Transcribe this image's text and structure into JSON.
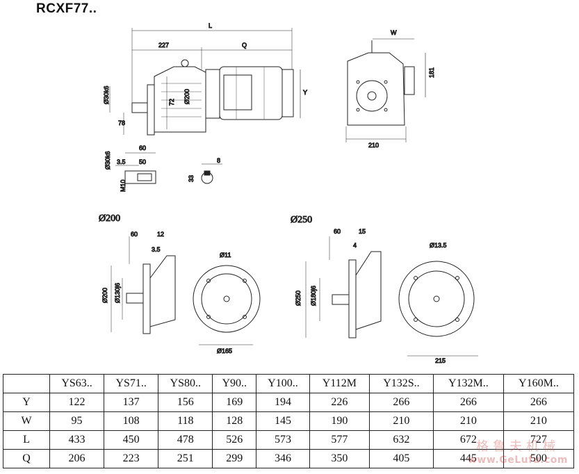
{
  "title": "RCXF77..",
  "dims": {
    "L": "L",
    "227": "227",
    "Q": "Q",
    "W": "W",
    "181": "181",
    "Y": "Y",
    "d30": "Ø30k6",
    "d72": "72",
    "d200": "Ø200",
    "d78": "78",
    "w210": "210",
    "s60": "60",
    "s35": "3.5",
    "s50": "50",
    "sM10": "M10",
    "sd30": "Ø30k6",
    "k8": "8",
    "k33": "33",
    "a60": "60",
    "a12": "12",
    "a35": "3.5",
    "a200": "Ø200",
    "a130": "Ø130j6",
    "a11": "Ø11",
    "a165": "Ø165",
    "b60": "60",
    "b15": "15",
    "b4": "4",
    "b250": "Ø250",
    "b180": "Ø180j6",
    "b135": "Ø13.5",
    "b215": "215"
  },
  "flange_labels": {
    "f200": "Ø200",
    "f250": "Ø250"
  },
  "table": {
    "headers": [
      "YS63..",
      "YS71..",
      "YS80..",
      "Y90..",
      "Y100..",
      "Y112M",
      "Y132S..",
      "Y132M..",
      "Y160M.."
    ],
    "rows": [
      {
        "label": "Y",
        "values": [
          "122",
          "137",
          "156",
          "169",
          "194",
          "226",
          "266",
          "266",
          "266"
        ]
      },
      {
        "label": "W",
        "values": [
          "95",
          "108",
          "118",
          "128",
          "145",
          "190",
          "210",
          "210",
          "210"
        ]
      },
      {
        "label": "L",
        "values": [
          "433",
          "450",
          "478",
          "526",
          "573",
          "577",
          "632",
          "672",
          "727"
        ]
      },
      {
        "label": "Q",
        "values": [
          "206",
          "223",
          "251",
          "299",
          "346",
          "350",
          "405",
          "445",
          "500"
        ]
      }
    ]
  },
  "watermark": {
    "cn": "格鲁夫机械",
    "url": "www.GeLufu.com"
  }
}
